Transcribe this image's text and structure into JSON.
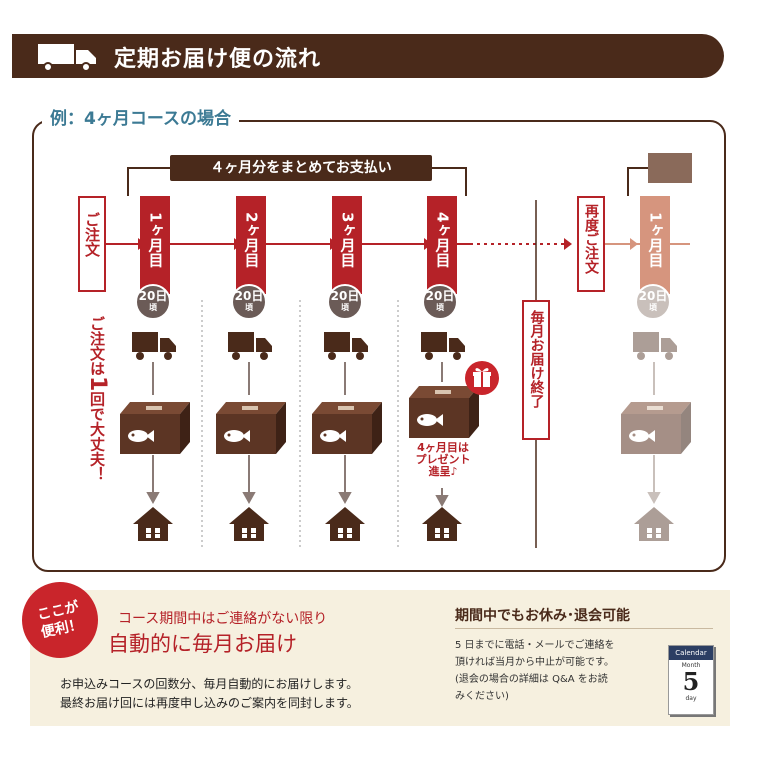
{
  "header": {
    "title": "定期お届け便の流れ",
    "bg": "#4a2a1a"
  },
  "course": {
    "label": "例：4ヶ月コースの場合"
  },
  "payment": {
    "label": "４ヶ月分をまとめてお支払い"
  },
  "order": {
    "label": "ご注文"
  },
  "reorder": {
    "label": "再度ご注文"
  },
  "once_note": {
    "part1": "ご注文は",
    "num": "1",
    "part2": "回で大丈夫！"
  },
  "months": [
    {
      "label": "1ヶ月目",
      "day": "20日",
      "day_suffix": "頃"
    },
    {
      "label": "2ヶ月目",
      "day": "20日",
      "day_suffix": "頃"
    },
    {
      "label": "3ヶ月目",
      "day": "20日",
      "day_suffix": "頃"
    },
    {
      "label": "4ヶ月目",
      "day": "20日",
      "day_suffix": "頃"
    }
  ],
  "next_month": {
    "label": "1ヶ月目",
    "day": "20日",
    "day_suffix": "頃"
  },
  "end_label": "毎月お届け終了",
  "present_note": {
    "line1": "4ヶ月目は",
    "line2": "プレゼント",
    "line3": "進呈♪"
  },
  "badge": {
    "line1": "ここが",
    "line2": "便利！"
  },
  "left_panel": {
    "title_small": "コース期間中はご連絡がない限り",
    "title_large": "自動的に毎月お届け",
    "body_line1": "お申込みコースの回数分、毎月自動的にお届けします。",
    "body_line2": "最終お届け回には再度申し込みのご案内を同封します。"
  },
  "right_panel": {
    "title": "期間中でもお休み･退会可能",
    "line1": "5 日までに電話・メールでご連絡を",
    "line2": "頂ければ当月から中止が可能です。",
    "line3": "(退会の場合の詳細は Q&A をお読",
    "line4": "みください)"
  },
  "calendar": {
    "title": "Calendar",
    "month": "Month",
    "number": "5",
    "unit": "day"
  },
  "colors": {
    "brown": "#4a2a1a",
    "red": "#b52228",
    "teal": "#3c7a94",
    "faded": "#d6957e",
    "box": "#5c3524",
    "bottom_bg": "#f6f0df"
  }
}
